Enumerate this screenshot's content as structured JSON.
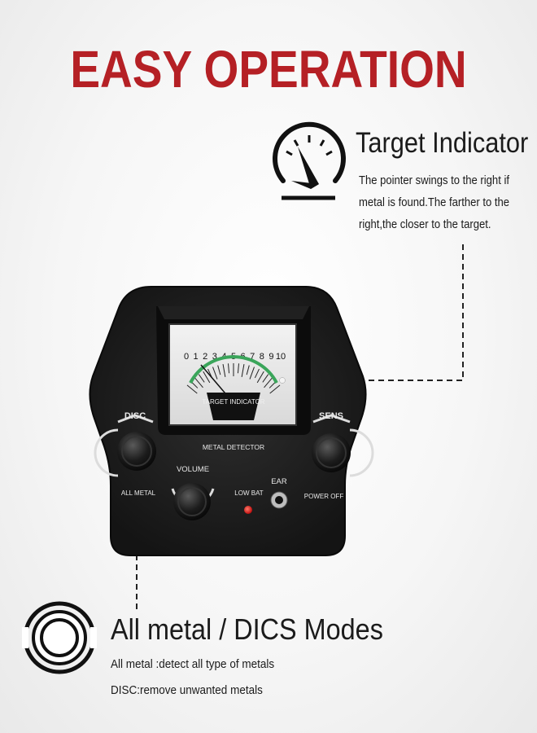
{
  "title": "EASY OPERATION",
  "target_indicator": {
    "heading": "Target Indicator",
    "lines": [
      "The pointer swings to the right if",
      "metal is found.The farther to the",
      "right,the closer to the target."
    ],
    "icon": "gauge-icon"
  },
  "modes": {
    "heading": "All metal / DICS Modes",
    "lines": [
      "All metal :detect all type of metals",
      "DISC:remove unwanted metals"
    ],
    "icon": "concentric-rings-icon"
  },
  "device": {
    "meter_scale": [
      "0",
      "1",
      "2",
      "3",
      "4",
      "5",
      "6",
      "7",
      "8",
      "9",
      "10"
    ],
    "meter_label": "TARGET INDICATOR",
    "brand_label": "METAL DETECTOR",
    "disc_label": "DISC",
    "all_metal_label": "ALL METAL",
    "sens_label": "SENS",
    "power_off_label": "POWER OFF",
    "volume_label": "VOLUME",
    "low_bat_label": "LOW BAT",
    "ear_label": "EAR",
    "led_color": "#e01818",
    "meter_green": "#3aa55a"
  },
  "colors": {
    "title_red": "#b52025",
    "text": "#1b1b1b"
  }
}
